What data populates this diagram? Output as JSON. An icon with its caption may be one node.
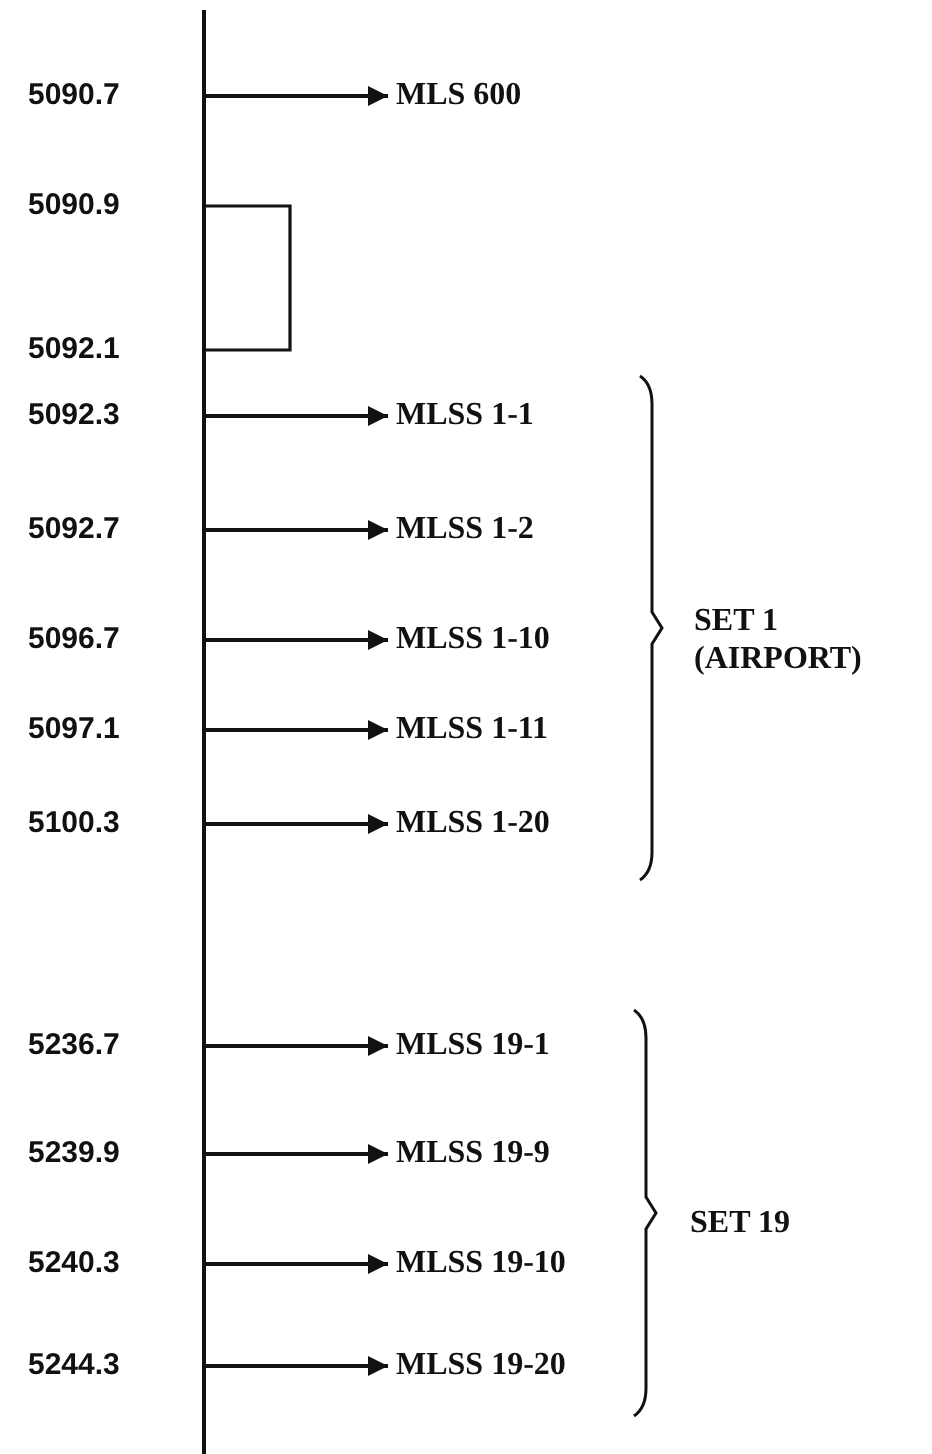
{
  "diagram": {
    "nodes": [
      {
        "text": [
          "MLS 600"
        ]
      },
      {
        "text": [
          "MLSS 1-1"
        ]
      },
      {
        "text": [
          "MLSS 1-2"
        ]
      },
      {
        "text": [
          "MLSS 1-10"
        ]
      },
      {
        "text": [
          "MLSS 1-11"
        ]
      },
      {
        "text": [
          "MLSS 1-20"
        ]
      },
      {
        "text": [
          "MLSS 19-1"
        ]
      },
      {
        "text": [
          "MLSS 19-9"
        ]
      },
      {
        "text": [
          "MLSS 19-10"
        ]
      },
      {
        "text": [
          "MLSS 19-20"
        ]
      }
    ],
    "edges": [
      {
        "from": null,
        "to": 0,
        "arrow": "to"
      },
      {
        "from": null,
        "to": 1,
        "arrow": "to"
      },
      {
        "from": null,
        "to": 2,
        "arrow": "to"
      },
      {
        "from": null,
        "to": 3,
        "arrow": "to"
      },
      {
        "from": null,
        "to": 4,
        "arrow": "to"
      },
      {
        "from": null,
        "to": 5,
        "arrow": "to"
      },
      {
        "from": null,
        "to": 6,
        "arrow": "to"
      },
      {
        "from": null,
        "to": 7,
        "arrow": "to"
      },
      {
        "from": null,
        "to": 8,
        "arrow": "to"
      },
      {
        "from": null,
        "to": 9,
        "arrow": "to"
      }
    ],
    "labels": [
      "5090.7",
      "5090.9",
      "5092.1",
      "5092.3",
      "5092.7",
      "5096.7",
      "SET 1 (AIRPORT)",
      "5097.1",
      "5100.3",
      "5236.7",
      "5239.9",
      "SET 19",
      "5240.3",
      "5244.3"
    ]
  }
}
